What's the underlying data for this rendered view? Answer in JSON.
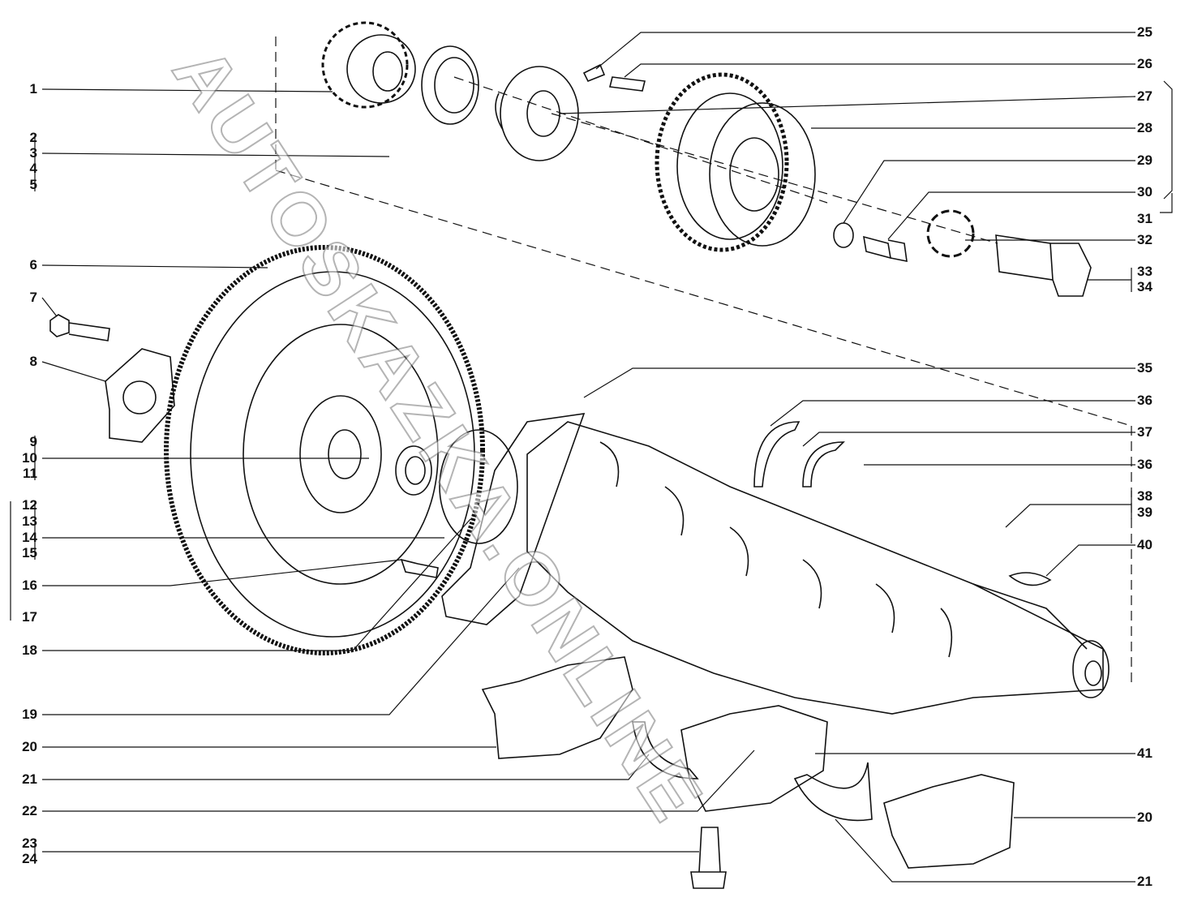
{
  "watermark": "AUTOSKAZKA.ONLINE",
  "left_labels": [
    "1",
    "2",
    "3",
    "4",
    "5",
    "6",
    "7",
    "8",
    "9",
    "10",
    "11",
    "12",
    "13",
    "14",
    "15",
    "16",
    "17",
    "18",
    "19",
    "20",
    "21",
    "22",
    "23",
    "24"
  ],
  "right_labels": [
    "25",
    "26",
    "27",
    "28",
    "29",
    "30",
    "31",
    "32",
    "33",
    "34",
    "35",
    "36",
    "37",
    "36",
    "38",
    "39",
    "40",
    "41",
    "20",
    "21"
  ]
}
